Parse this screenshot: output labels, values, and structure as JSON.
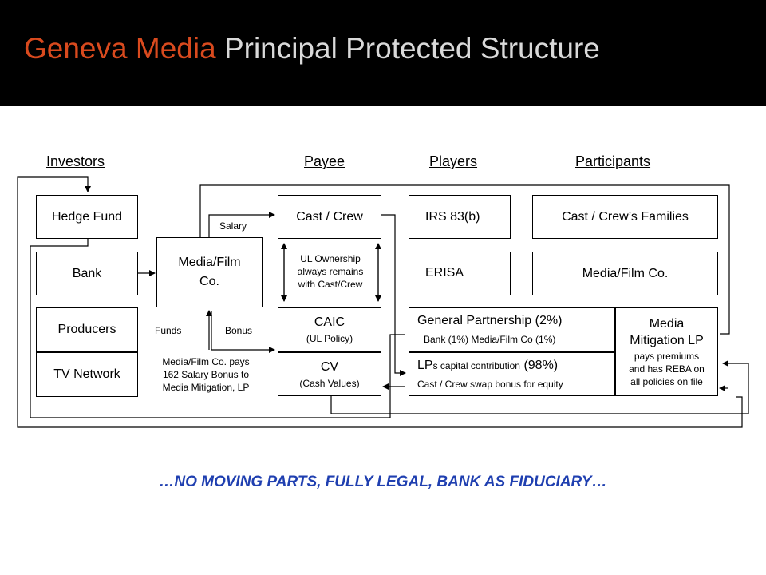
{
  "title": {
    "part1": "Geneva Media",
    "part2": "Principal Protected Structure"
  },
  "columns": {
    "investors": "Investors",
    "payee": "Payee",
    "players": "Players",
    "participants": "Participants"
  },
  "investors": {
    "hedge_fund": "Hedge Fund",
    "bank": "Bank",
    "producers": "Producers",
    "tv_network": "TV Network"
  },
  "media_film_box": {
    "line1": "Media/Film",
    "line2": "Co."
  },
  "labels": {
    "salary": "Salary",
    "funds": "Funds",
    "bonus": "Bonus",
    "note_line1": "Media/Film Co. pays",
    "note_line2": "162 Salary Bonus to",
    "note_line3": "Media Mitigation, LP"
  },
  "payee": {
    "cast_crew": "Cast / Crew",
    "ul_line1": "UL Ownership",
    "ul_line2": "always remains",
    "ul_line3": "with Cast/Crew",
    "caic": "CAIC",
    "caic_sub": "(UL Policy)",
    "cv": "CV",
    "cv_sub": "(Cash Values)"
  },
  "players": {
    "irs": "IRS 83(b)",
    "erisa": "ERISA",
    "gp": "General Partnership (2%)",
    "gp_sub": "Bank (1%) Media/Film Co (1%)",
    "lp_main": "LP",
    "lp_rest": "s capital contribution",
    "lp_pct": "(98%)",
    "lp_sub": "Cast / Crew swap bonus for equity"
  },
  "participants": {
    "families": "Cast / Crew’s Families",
    "media_film": "Media/Film Co.",
    "mm_line1": "Media",
    "mm_line2": "Mitigation LP",
    "mm_line3": "pays premiums",
    "mm_line4": "and has REBA on",
    "mm_line5": "all policies on file"
  },
  "footer": "…NO MOVING PARTS,  FULLY LEGAL,  BANK AS FIDUCIARY…"
}
